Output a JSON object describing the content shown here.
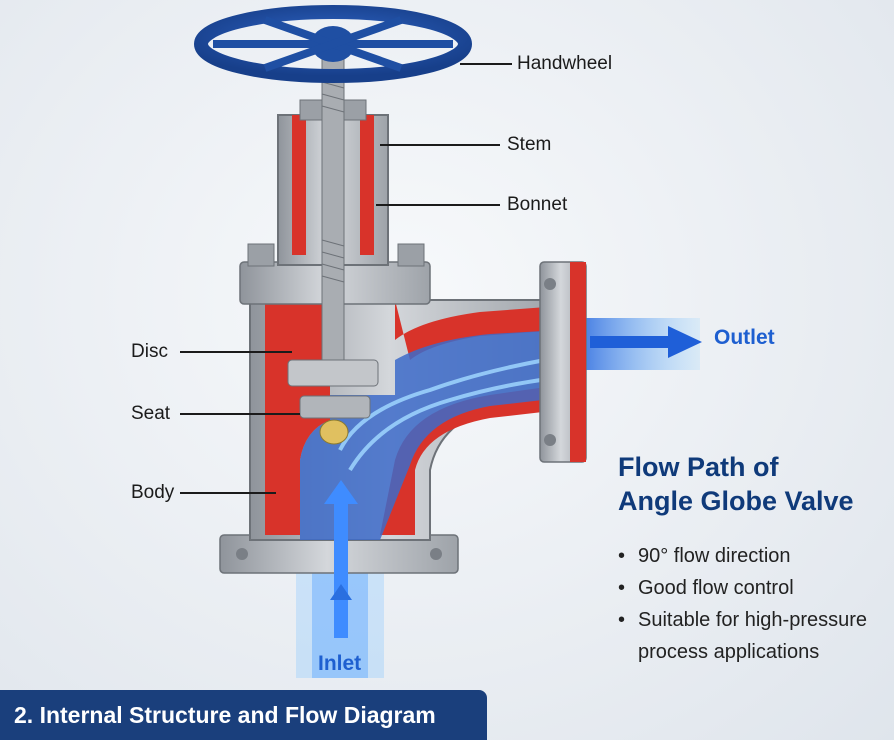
{
  "labels": {
    "handwheel": "Handwheel",
    "stem": "Stem",
    "bonnet": "Bonnet",
    "disc": "Disc",
    "seat": "Seat",
    "body": "Body"
  },
  "flow": {
    "outlet": "Outlet",
    "inlet": "Inlet"
  },
  "info": {
    "title_line1": "Flow Path of",
    "title_line2": "Angle Globe Valve",
    "bullets": [
      "90° flow direction",
      "Good flow control",
      "Suitable for high-pressure"
    ],
    "bullet3_cont": "process applications"
  },
  "banner": {
    "text": "2. Internal Structure and Flow Diagram"
  },
  "colors": {
    "steel": "#b6b9be",
    "cut_red": "#d8332a",
    "handwheel_blue": "#1f4fa3",
    "flow_blue": "#2f7cf0",
    "banner": "#1a3f7c",
    "title_blue": "#0f3a7a"
  },
  "icons": {
    "outlet_arrow": "arrow-right-icon",
    "inlet_arrow": "arrow-up-icon"
  }
}
